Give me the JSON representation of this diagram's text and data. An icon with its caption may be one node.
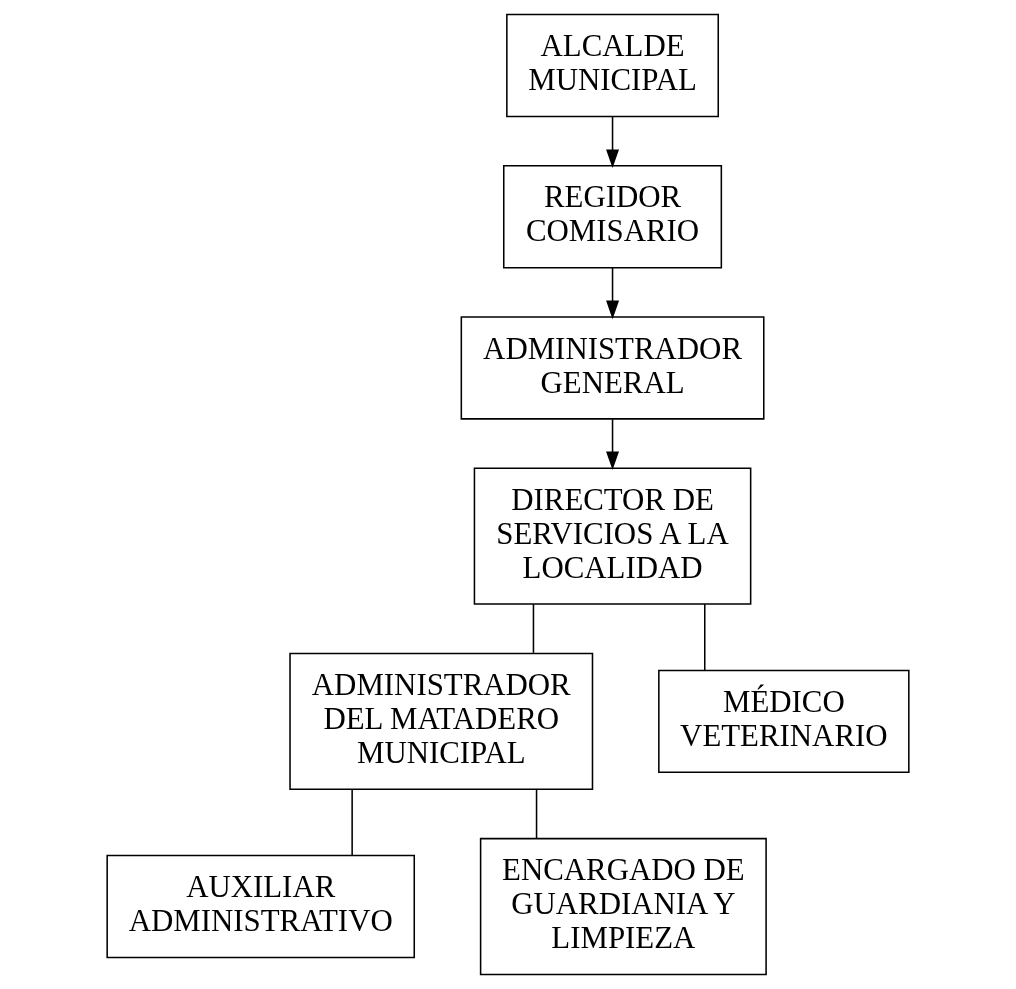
{
  "diagram": {
    "nodes": [
      {
        "text": [
          "ALCALDE MUNICIPAL"
        ]
      },
      {
        "text": [
          "REGIDOR COMISARIO"
        ]
      },
      {
        "text": [
          "ADMINISTRADOR GENERAL"
        ]
      },
      {
        "text": [
          "DIRECTOR DE SERVICIOS A LA LOCALIDAD"
        ]
      },
      {
        "text": [
          "ADMINISTRADOR DEL MATADERO MUNICIPAL"
        ]
      },
      {
        "text": [
          "MÉDICO VETERINARIO"
        ]
      },
      {
        "text": [
          "AUXILIAR ADMINISTRATIVO"
        ]
      },
      {
        "text": [
          "ENCARGADO DE GUARDIANIA Y LIMPIEZA"
        ]
      }
    ],
    "edges": [
      {
        "from": 0,
        "to": 1,
        "arrow": "to"
      },
      {
        "from": 1,
        "to": 2,
        "arrow": "to"
      },
      {
        "from": 2,
        "to": 3,
        "arrow": "to"
      },
      {
        "from": 3,
        "to": 4,
        "arrow": "none"
      },
      {
        "from": 3,
        "to": 5,
        "arrow": "none"
      },
      {
        "from": 4,
        "to": 6,
        "arrow": "none"
      },
      {
        "from": 4,
        "to": 7,
        "arrow": "none"
      }
    ]
  }
}
